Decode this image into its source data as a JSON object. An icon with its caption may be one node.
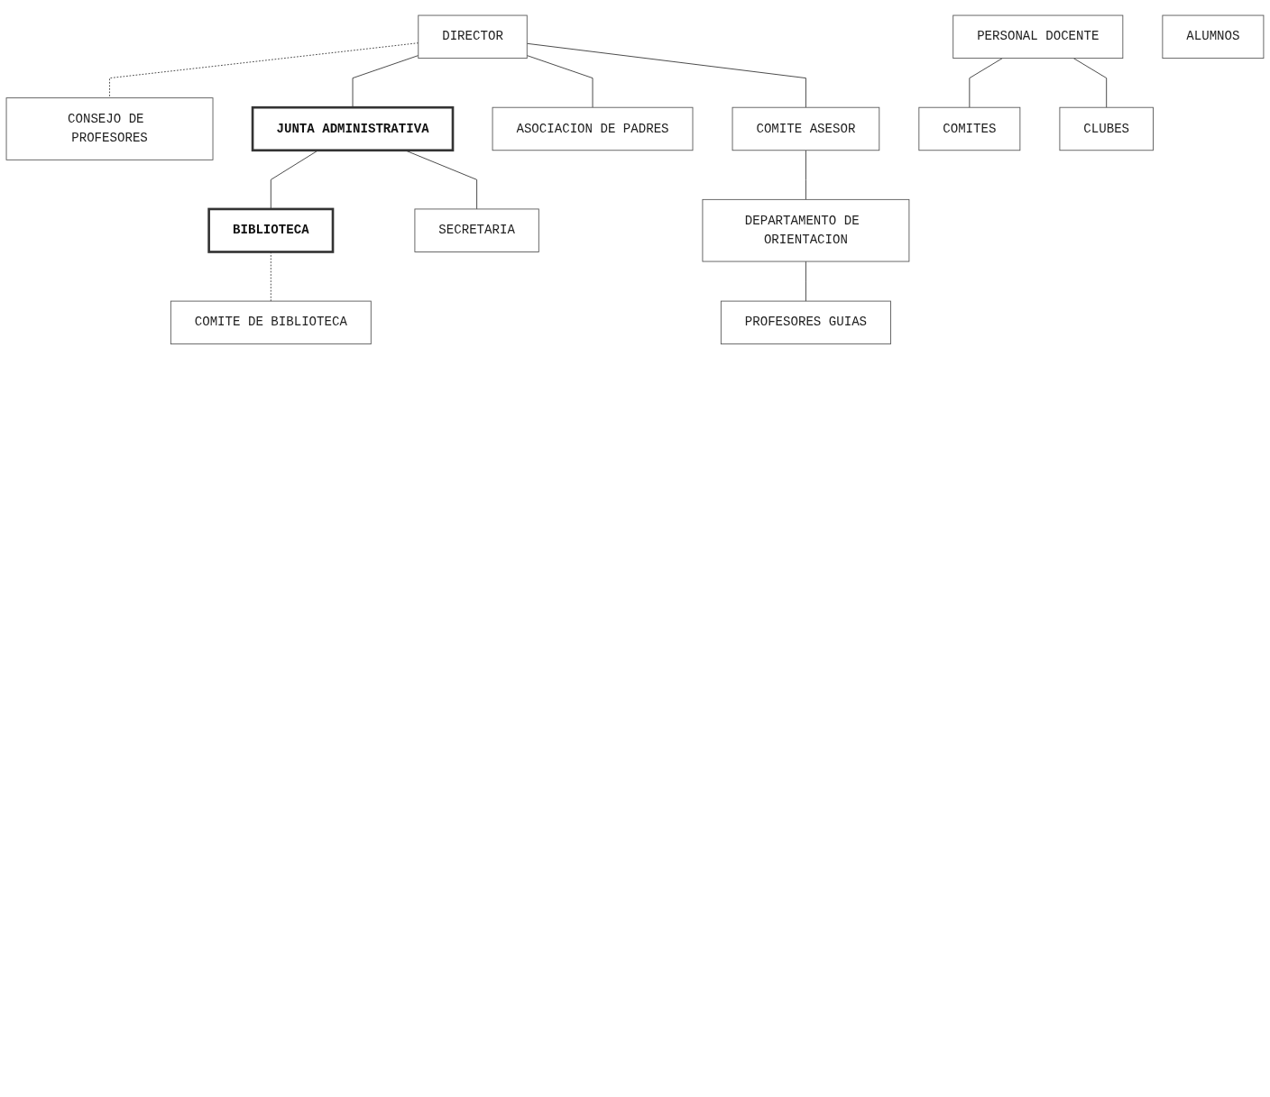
{
  "diagram": {
    "nodes": [
      {
        "text": [
          "DIRECTOR"
        ]
      },
      {
        "text": [
          "CONSEJO DE PROFESORES"
        ]
      },
      {
        "text": [
          "JUNTA ADMINISTRATIVA"
        ]
      },
      {
        "text": [
          "ASOCIACION DE PADRES"
        ]
      },
      {
        "text": [
          "COMITE ASESOR"
        ]
      },
      {
        "text": [
          "BIBLIOTECA"
        ]
      },
      {
        "text": [
          "COMITE DE BIBLIOTECA"
        ]
      },
      {
        "text": [
          "SECRETARIA"
        ]
      },
      {
        "text": [
          "DEPARTAMENTO DE ORIENTACION"
        ]
      },
      {
        "text": [
          "PROFESORES GUIAS"
        ]
      },
      {
        "text": [
          "PERSONAL DOCENTE"
        ]
      },
      {
        "text": [
          "COMITES"
        ]
      },
      {
        "text": [
          "CLUBES"
        ]
      },
      {
        "text": [
          "ALUMNOS"
        ]
      }
    ],
    "edges": [
      {
        "from": 0,
        "to": 1,
        "arrow": "none",
        "style": "dashed"
      },
      {
        "from": 0,
        "to": 2,
        "arrow": "none"
      },
      {
        "from": 0,
        "to": 3,
        "arrow": "none"
      },
      {
        "from": 0,
        "to": 4,
        "arrow": "none"
      },
      {
        "from": 2,
        "to": 5,
        "arrow": "none"
      },
      {
        "from": 2,
        "to": 7,
        "arrow": "none"
      },
      {
        "from": 5,
        "to": 6,
        "arrow": "none",
        "style": "dashed"
      },
      {
        "from": 4,
        "to": 8,
        "arrow": "none"
      },
      {
        "from": 8,
        "to": 9,
        "arrow": "none"
      },
      {
        "from": 10,
        "to": 11,
        "arrow": "none"
      },
      {
        "from": 10,
        "to": 12,
        "arrow": "none"
      }
    ]
  }
}
